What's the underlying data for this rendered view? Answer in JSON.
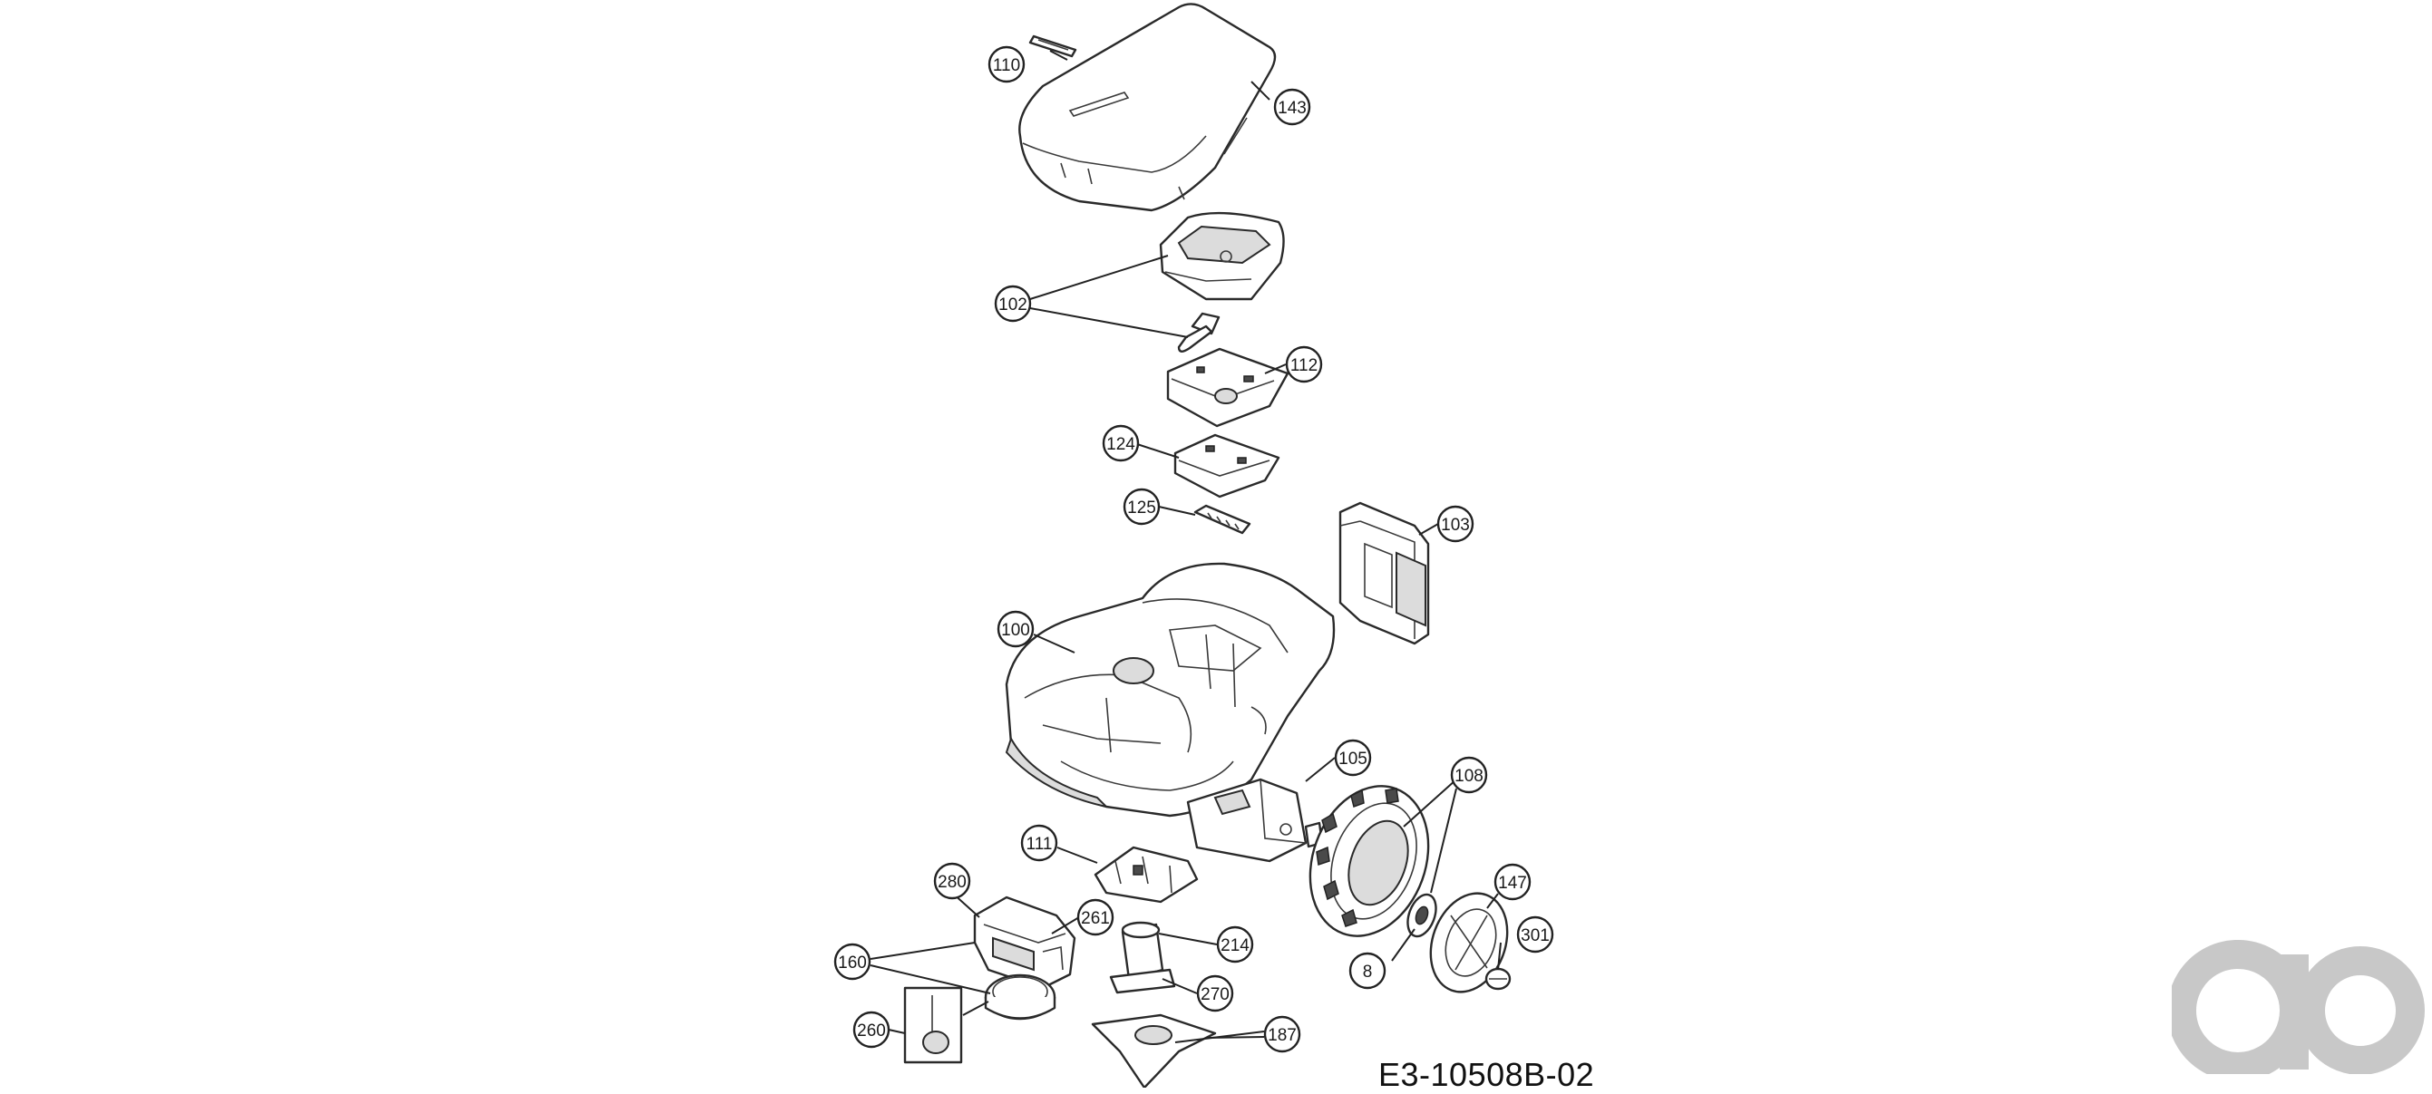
{
  "drawing_code": "E3-10508B-02",
  "watermark_color": "#c8c8c8",
  "labels": [
    {
      "text": "110"
    },
    {
      "text": "143"
    },
    {
      "text": "102"
    },
    {
      "text": "112"
    },
    {
      "text": "124"
    },
    {
      "text": "125"
    },
    {
      "text": "103"
    },
    {
      "text": "100"
    },
    {
      "text": "105"
    },
    {
      "text": "108"
    },
    {
      "text": "111"
    },
    {
      "text": "280"
    },
    {
      "text": "261"
    },
    {
      "text": "160"
    },
    {
      "text": "214"
    },
    {
      "text": "270"
    },
    {
      "text": "260"
    },
    {
      "text": "187"
    },
    {
      "text": "147"
    },
    {
      "text": "301"
    },
    {
      "text": "8"
    }
  ]
}
